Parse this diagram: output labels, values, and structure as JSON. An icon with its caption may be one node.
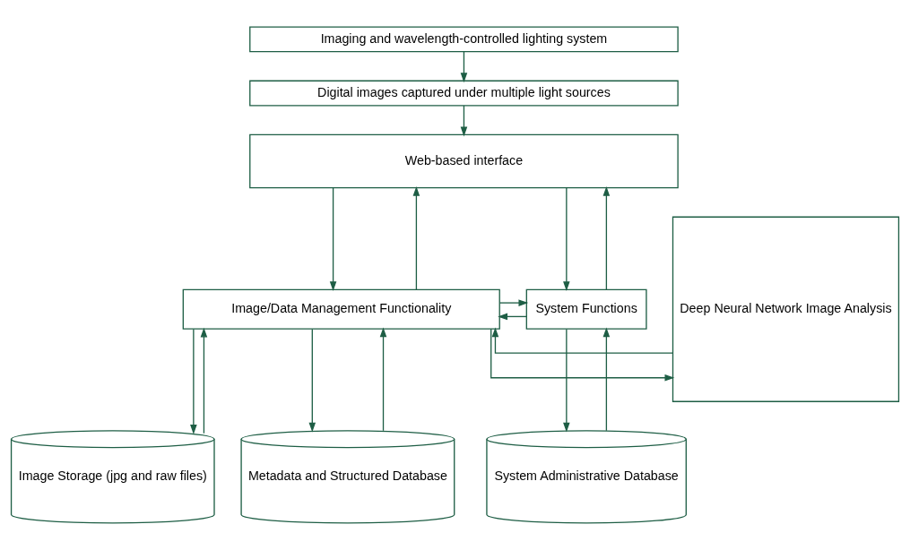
{
  "diagram": {
    "nodes": [
      {
        "text": [
          "Imaging and wavelength-controlled lighting system"
        ]
      },
      {
        "text": [
          "Digital images captured under multiple light sources"
        ]
      },
      {
        "text": [
          "Web-based interface"
        ]
      },
      {
        "text": [
          "Deep Neural Network Image Analysis"
        ]
      },
      {
        "text": [
          "Image/Data Management Functionality"
        ]
      },
      {
        "text": [
          "System Functions"
        ]
      },
      {
        "text": [
          "Image Storage (jpg and raw files)"
        ]
      },
      {
        "text": [
          "Metadata and Structured Database"
        ]
      },
      {
        "text": [
          "System Administrative Database"
        ]
      }
    ],
    "edges": [
      {
        "from": 0,
        "to": 1,
        "arrow": "to"
      },
      {
        "from": 1,
        "to": 2,
        "arrow": "to"
      },
      {
        "from": 4,
        "to": 2,
        "arrow": "to"
      },
      {
        "from": 2,
        "to": 4,
        "arrow": "to"
      },
      {
        "from": 5,
        "to": 2,
        "arrow": "to"
      },
      {
        "from": 2,
        "to": 5,
        "arrow": "to"
      },
      {
        "from": 4,
        "to": 3,
        "arrow": "to"
      },
      {
        "from": 3,
        "to": 4,
        "arrow": "to"
      },
      {
        "from": 5,
        "to": 4,
        "arrow": "to"
      },
      {
        "from": 4,
        "to": 5,
        "arrow": "to"
      },
      {
        "from": 6,
        "to": 4,
        "arrow": "to"
      },
      {
        "from": 4,
        "to": 6,
        "arrow": "to"
      },
      {
        "from": 7,
        "to": 4,
        "arrow": "to"
      },
      {
        "from": 4,
        "to": 7,
        "arrow": "to"
      },
      {
        "from": 8,
        "to": 5,
        "arrow": "to"
      },
      {
        "from": 5,
        "to": 8,
        "arrow": "to"
      }
    ]
  }
}
